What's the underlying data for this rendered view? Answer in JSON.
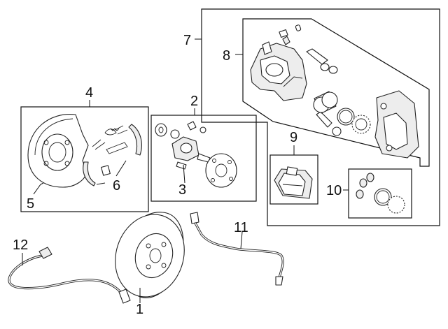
{
  "callouts": {
    "c1": "1",
    "c2": "2",
    "c3": "3",
    "c4": "4",
    "c5": "5",
    "c6": "6",
    "c7": "7",
    "c8": "8",
    "c9": "9",
    "c10": "10",
    "c11": "11",
    "c12": "12"
  },
  "parts": {
    "p1": "brake-rotor",
    "p2": "wheel-hub-assembly",
    "p3": "hub-bolt",
    "p4": "backing-plate-kit",
    "p5": "backing-plate",
    "p6": "parking-brake-shoes",
    "p7": "caliper-assembly",
    "p8": "caliper",
    "p9": "brake-pads",
    "p10": "seal-kit",
    "p11": "brake-hose",
    "p12": "abs-sensor"
  }
}
